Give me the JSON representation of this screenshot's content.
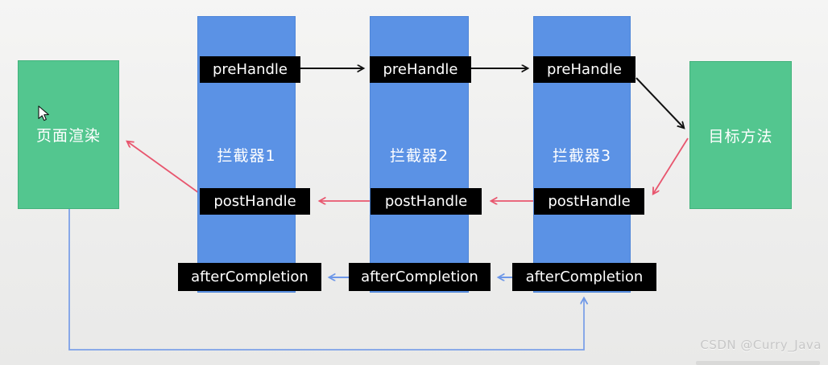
{
  "nodes": {
    "page_render": {
      "label": "页面渲染"
    },
    "target_method": {
      "label": "目标方法"
    }
  },
  "interceptors": [
    {
      "name": "拦截器1",
      "pre_label": "preHandle",
      "post_label": "postHandle",
      "after_label": "afterCompletion"
    },
    {
      "name": "拦截器2",
      "pre_label": "preHandle",
      "post_label": "postHandle",
      "after_label": "afterCompletion"
    },
    {
      "name": "拦截器3",
      "pre_label": "preHandle",
      "post_label": "postHandle",
      "after_label": "afterCompletion"
    }
  ],
  "watermark": {
    "text": "CSDN @Curry_Java"
  },
  "colors": {
    "interceptor_bar": "#5b92e5",
    "node_green": "#53c68f",
    "method_label_bg": "#000000",
    "method_label_text": "#ffffff",
    "arrow_request_black": "#111111",
    "arrow_response_red": "#e8566e",
    "arrow_aftercompletion_blue": "#6d97e8",
    "watermark_gray": "#c7c7c7"
  }
}
